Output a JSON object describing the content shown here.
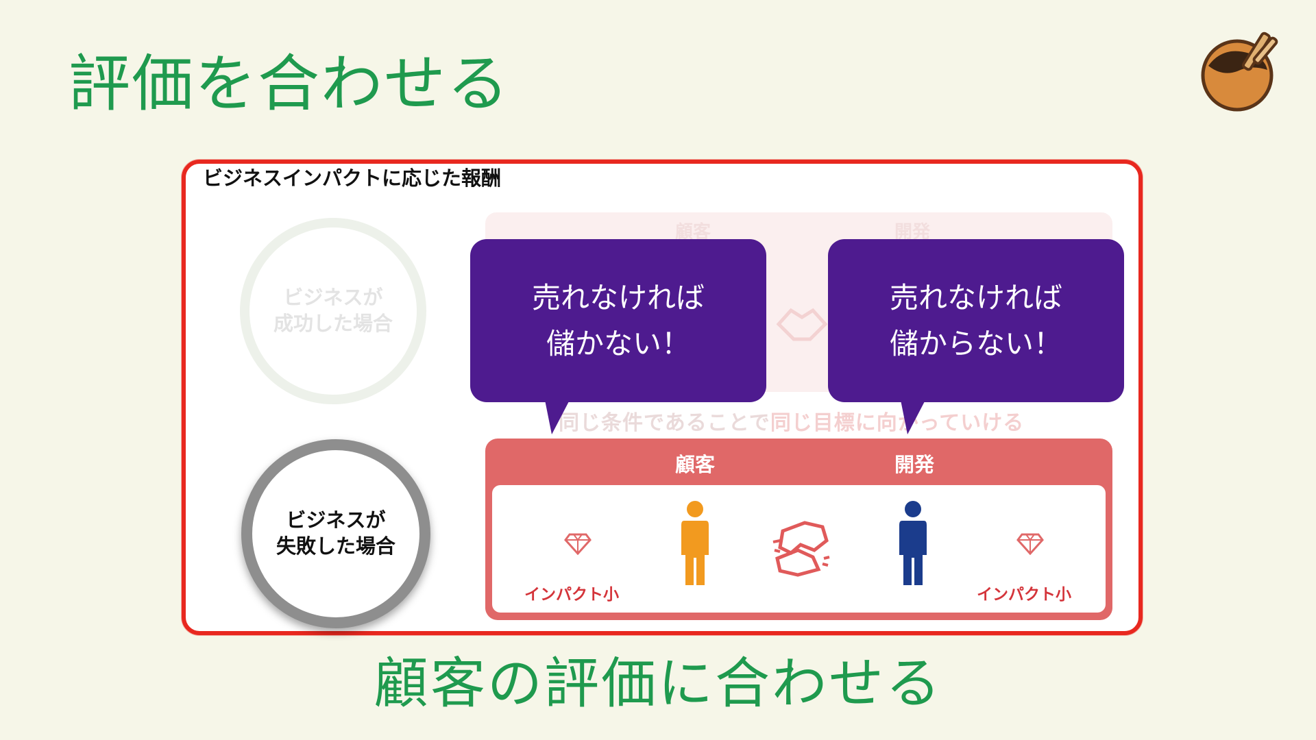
{
  "slide": {
    "title": "評価を合わせる",
    "subtitle": "顧客の評価に合わせる"
  },
  "figure": {
    "title": "ビジネスインパクトに応じた報酬",
    "success_case": {
      "line1": "ビジネスが",
      "line2": "成功した場合",
      "headers": [
        "顧客",
        "開発"
      ],
      "caption_parts": [
        "同じ条件であることで",
        "同じ目標に向かっていける"
      ]
    },
    "failure_case": {
      "line1": "ビジネスが",
      "line2": "失敗した場合",
      "headers": [
        "顧客",
        "開発"
      ],
      "impact_labels": [
        "インパクト小",
        "インパクト小"
      ]
    },
    "colors": {
      "frame": "#e8281f",
      "panel": "#e06868",
      "customer_person": "#f29a1f",
      "developer_person": "#1b3c8c"
    }
  },
  "bubbles": [
    {
      "line1": "売れなければ",
      "line2": "儲かない！"
    },
    {
      "line1": "売れなければ",
      "line2": "儲からない！"
    }
  ],
  "icons": {
    "mascot": "takoyaki-mascot-icon",
    "gem": "diamond-icon",
    "handshake": "handshake-icon",
    "customer": "person-icon",
    "developer": "person-icon"
  }
}
